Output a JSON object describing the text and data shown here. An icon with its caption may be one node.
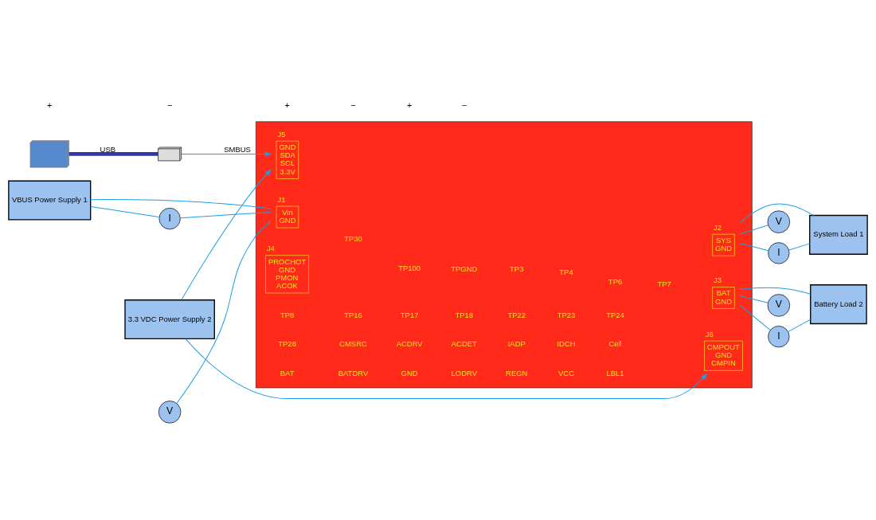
{
  "diagram": {
    "nodes": [
      {
        "text": [
          "VBUS Power Supply 1"
        ]
      },
      {
        "text": [
          "V"
        ]
      },
      {
        "text": [
          "I"
        ]
      },
      {
        "text": [],
        "shape": "picture"
      },
      {
        "text": [
          "Vin",
          "GND"
        ],
        "beside": [
          "J1"
        ],
        "in": 3
      },
      {
        "text": [
          "SYS",
          "GND"
        ],
        "beside": [
          "J2"
        ],
        "in": 3
      },
      {
        "text": [
          "BAT",
          "GND"
        ],
        "beside": [
          "J3"
        ],
        "in": 3
      },
      {
        "text": [
          "PROCHOT",
          "GND",
          "PMON",
          "ACOK"
        ],
        "beside": [
          "J4"
        ],
        "in": 3
      },
      {
        "text": [
          "GND",
          "SDA",
          "SCL",
          "3.3V"
        ],
        "beside": [
          "J5"
        ],
        "in": 3
      },
      {
        "text": [
          "CMPOUT",
          "GND",
          "CMPIN"
        ],
        "beside": [
          "J6"
        ],
        "in": 3
      },
      {
        "text": [
          "System Load 1"
        ]
      },
      {
        "text": [
          "V"
        ]
      },
      {
        "text": [
          "I"
        ]
      },
      {
        "text": [
          "Battery Load 2"
        ]
      },
      {
        "text": [
          "V"
        ]
      },
      {
        "text": [
          "I"
        ]
      },
      {
        "text": [
          "3.3 VDC Power Supply 2"
        ]
      },
      {
        "text": [],
        "shape": "laptop"
      },
      {
        "text": [],
        "shape": "box"
      }
    ],
    "edges": [
      {
        "from": 0,
        "to": 4,
        "arrow": "none"
      },
      {
        "from": 0,
        "to": 2,
        "arrow": "none"
      },
      {
        "from": 2,
        "to": 4,
        "arrow": "none"
      },
      {
        "from": 1,
        "to": 4,
        "arrow": "none"
      },
      {
        "from": 5,
        "to": 10,
        "arrow": "none"
      },
      {
        "from": 5,
        "to": 12,
        "arrow": "none"
      },
      {
        "from": 12,
        "to": 10,
        "arrow": "none"
      },
      {
        "from": 11,
        "to": 5,
        "arrow": "none"
      },
      {
        "from": 6,
        "to": 13,
        "arrow": "none"
      },
      {
        "from": 6,
        "to": 15,
        "arrow": "none"
      },
      {
        "from": 15,
        "to": 13,
        "arrow": "none"
      },
      {
        "from": 14,
        "to": 6,
        "arrow": "none"
      },
      {
        "from": 16,
        "to": 8,
        "arrow": "to"
      },
      {
        "from": 16,
        "to": 9,
        "arrow": "to"
      },
      {
        "from": 17,
        "to": 18,
        "arrow": "none",
        "label": "USB",
        "style": "thick",
        "color": "#3333aa"
      },
      {
        "from": 18,
        "to": 8,
        "arrow": "to",
        "label": "SMBUS"
      }
    ],
    "labels": [
      "+",
      "−",
      "+",
      "−",
      "+",
      "−",
      "TP30",
      "TP100",
      "TPGND",
      "TP3",
      "TP4",
      "TP6",
      "TP7",
      "TP8",
      "TP16",
      "TP17",
      "TP18",
      "TP22",
      "TP23",
      "TP24",
      "TP28",
      "CMSRC",
      "ACDRV",
      "ACDET",
      "IADP",
      "IDCH",
      "Cell",
      "BAT",
      "BATDRV",
      "GND",
      "LODRV",
      "REGN",
      "VCC",
      "LBL1"
    ]
  }
}
